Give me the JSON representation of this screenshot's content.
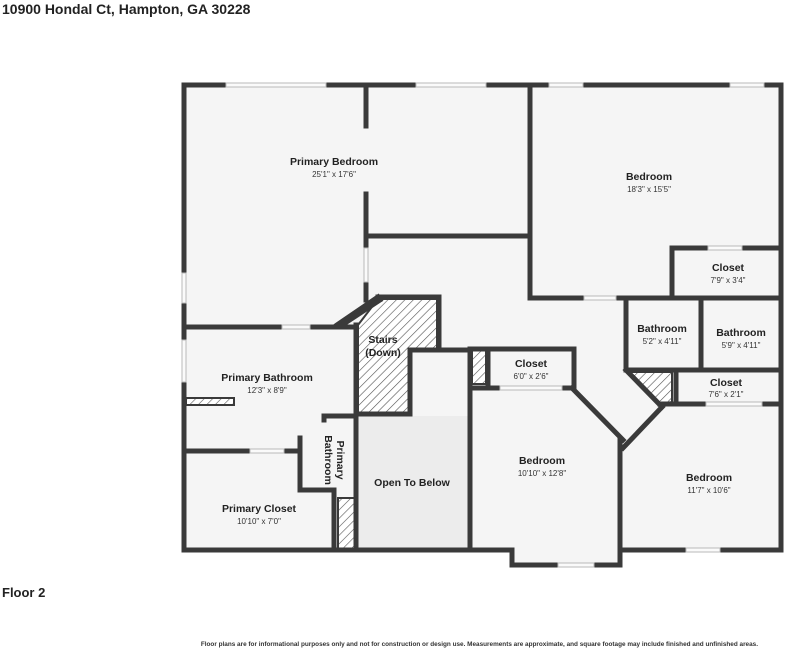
{
  "header": {
    "address": "10900 Hondal Ct, Hampton, GA 30228"
  },
  "floor_label": "Floor 2",
  "disclaimer": "Floor plans are for informational purposes only and not for construction or design use. Measurements are approximate, and square footage may include finished and unfinished areas.",
  "rooms": {
    "primary_bedroom": {
      "name": "Primary Bedroom",
      "dims": "25'1\" x 17'6\""
    },
    "bedroom_ne": {
      "name": "Bedroom",
      "dims": "18'3\" x 15'5\""
    },
    "closet_ne": {
      "name": "Closet",
      "dims": "7'9\" x 3'4\""
    },
    "bathroom_a": {
      "name": "Bathroom",
      "dims": "5'2\" x 4'11\""
    },
    "bathroom_b": {
      "name": "Bathroom",
      "dims": "5'9\" x 4'11\""
    },
    "closet_se": {
      "name": "Closet",
      "dims": "7'6\" x 2'1\""
    },
    "stairs": {
      "line1": "Stairs",
      "line2": "(Down)"
    },
    "closet_mid": {
      "name": "Closet",
      "dims": "6'0\" x 2'6\""
    },
    "primary_bathroom": {
      "name": "Primary Bathroom",
      "dims": "12'3\" x 8'9\""
    },
    "primary_bathroom_small": {
      "line1": "Primary",
      "line2": "Bathroom"
    },
    "open_to_below": {
      "name": "Open To Below"
    },
    "bedroom_mid": {
      "name": "Bedroom",
      "dims": "10'10\" x 12'8\""
    },
    "bedroom_se": {
      "name": "Bedroom",
      "dims": "11'7\" x 10'6\""
    },
    "primary_closet": {
      "name": "Primary Closet",
      "dims": "10'10\" x 7'0\""
    }
  }
}
